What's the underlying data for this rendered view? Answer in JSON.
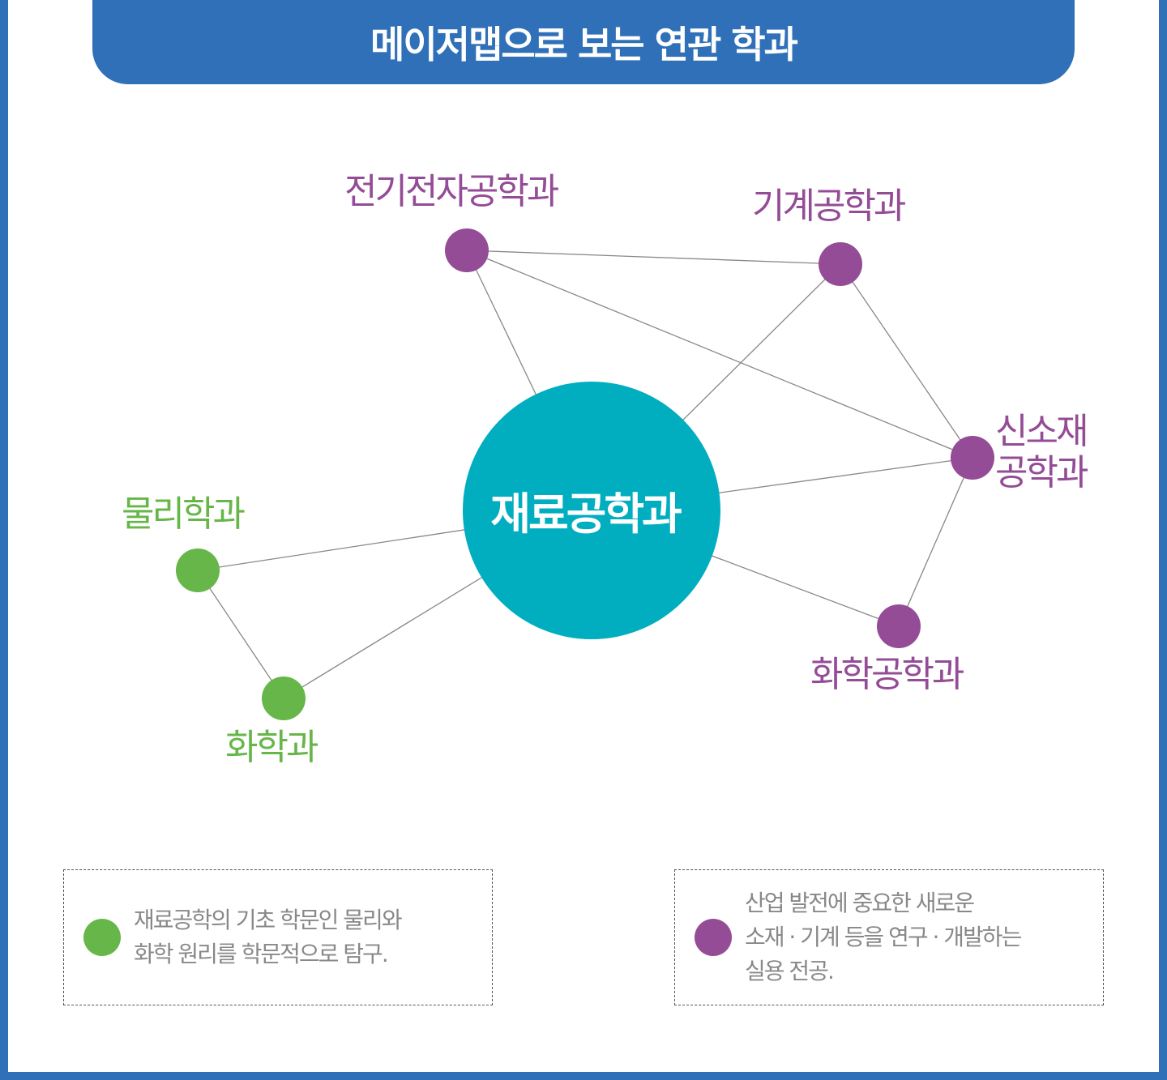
{
  "title": "메이저맵으로 보는 연관 학과",
  "center": {
    "label": "재료공학과",
    "color": "#00aec0"
  },
  "nodes": [
    {
      "id": "electrical",
      "label": "전기전자공학과",
      "group": "purple"
    },
    {
      "id": "mechanical",
      "label": "기계공학과",
      "group": "purple"
    },
    {
      "id": "newmaterial",
      "label_line1": "신소재",
      "label_line2": "공학과",
      "group": "purple"
    },
    {
      "id": "chemeng",
      "label": "화학공학과",
      "group": "purple"
    },
    {
      "id": "physics",
      "label": "물리학과",
      "group": "green"
    },
    {
      "id": "chemistry",
      "label": "화학과",
      "group": "green"
    }
  ],
  "colors": {
    "purple": "#944c96",
    "green": "#67b649",
    "frame": "#3070b8",
    "line": "#888888"
  },
  "legend": [
    {
      "group": "green",
      "lines": [
        "재료공학의 기초 학문인 물리와",
        "화학 원리를 학문적으로 탐구."
      ]
    },
    {
      "group": "purple",
      "lines": [
        "산업 발전에 중요한 새로운",
        "소재 · 기계 등을 연구 · 개발하는",
        "실용 전공."
      ]
    }
  ]
}
